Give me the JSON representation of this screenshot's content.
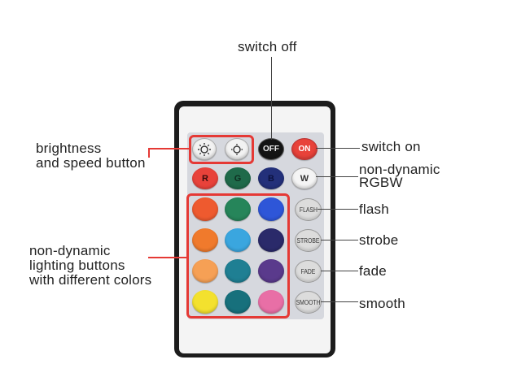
{
  "labels": {
    "switch_off": "switch off",
    "switch_on": "switch on",
    "brightness": "brightness\nand speed button",
    "non_dynamic_rgbw": "non-dynamic\nRGBW",
    "flash": "flash",
    "strobe": "strobe",
    "fade": "fade",
    "smooth": "smooth",
    "lighting": "non-dynamic\nlighting buttons\nwith different colors"
  },
  "buttons": {
    "off": "OFF",
    "on": "ON",
    "r": "R",
    "g": "G",
    "b": "B",
    "w": "W",
    "flash": "FLASH",
    "strobe": "STROBE",
    "fade": "FADE",
    "smooth": "SMOOTH"
  },
  "colors": {
    "annotation": "#e53935",
    "remote_body": "#1c1c1c",
    "grid": [
      [
        "#ee5a2f",
        "#26855a",
        "#2e56d8"
      ],
      [
        "#f07a2c",
        "#3aa6df",
        "#2a2a6a"
      ],
      [
        "#f6a055",
        "#1f7f93",
        "#5a3a8c"
      ],
      [
        "#f3e12e",
        "#17707c",
        "#e86fa6"
      ]
    ]
  },
  "icons": [
    "brightness-up-icon",
    "brightness-down-icon"
  ]
}
